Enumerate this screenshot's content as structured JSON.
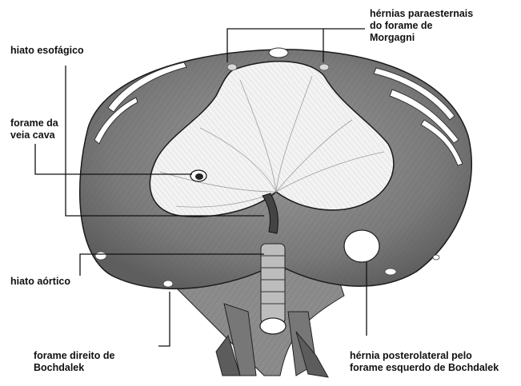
{
  "labels": {
    "hernias_paraesternais": [
      "hérnias paraesternais",
      "do forame de",
      "Morgagni"
    ],
    "hiato_esofagico": [
      "hiato esofágico"
    ],
    "forame_veia_cava": [
      "forame da",
      "veia cava"
    ],
    "hiato_aortico": [
      "hiato aórtico"
    ],
    "forame_direito": [
      "forame direito de",
      "Bochdalek"
    ],
    "hernia_posterolateral": [
      "hérnia posterolateral pelo",
      "forame esquerdo de Bochdalek"
    ]
  },
  "colors": {
    "muscle_dark": "#6e6e6e",
    "muscle_mid": "#8a8a8a",
    "tendon": "#f2f2f2",
    "line": "#1a1a1a"
  }
}
